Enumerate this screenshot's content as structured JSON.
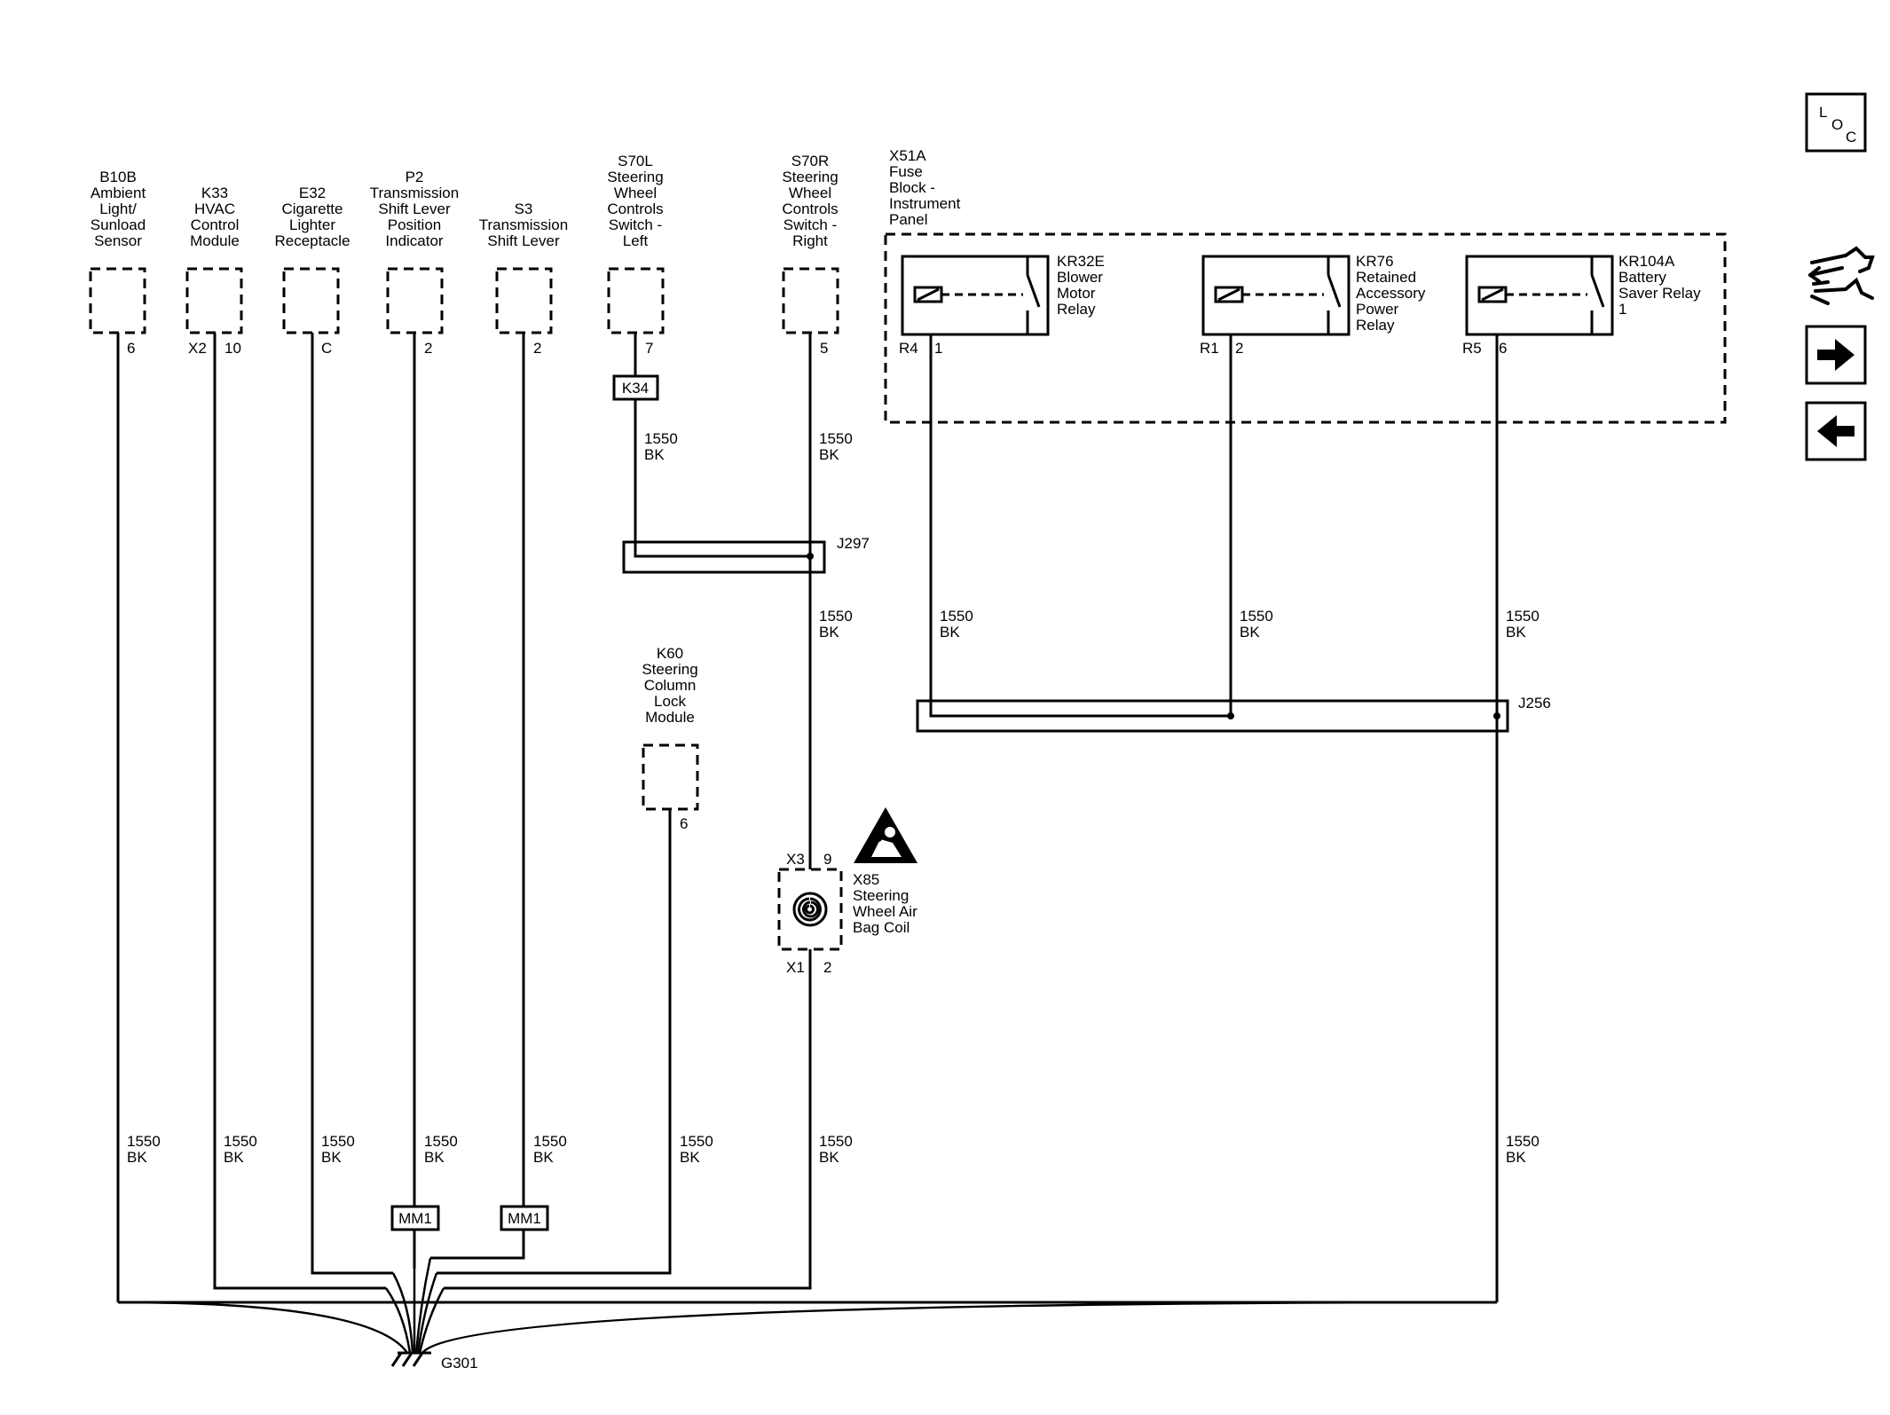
{
  "components": {
    "b10b": [
      "B10B",
      "Ambient",
      "Light/",
      "Sunload",
      "Sensor"
    ],
    "k33": [
      "K33",
      "HVAC",
      "Control",
      "Module"
    ],
    "e32": [
      "E32",
      "Cigarette",
      "Lighter",
      "Receptacle"
    ],
    "p2": [
      "P2",
      "Transmission",
      "Shift Lever",
      "Position",
      "Indicator"
    ],
    "s3": [
      "S3",
      "Transmission",
      "Shift Lever"
    ],
    "s70l": [
      "S70L",
      "Steering",
      "Wheel",
      "Controls",
      "Switch -",
      "Left"
    ],
    "s70r": [
      "S70R",
      "Steering",
      "Wheel",
      "Controls",
      "Switch -",
      "Right"
    ],
    "x51a": [
      "X51A",
      "Fuse",
      "Block -",
      "Instrument",
      "Panel"
    ],
    "kr32e": [
      "KR32E",
      "Blower",
      "Motor",
      "Relay"
    ],
    "kr76": [
      "KR76",
      "Retained",
      "Accessory",
      "Power",
      "Relay"
    ],
    "kr104a": [
      "KR104A",
      "Battery",
      "Saver Relay",
      "1"
    ],
    "k60": [
      "K60",
      "Steering",
      "Column",
      "Lock",
      "Module"
    ],
    "x85": [
      "X85",
      "Steering",
      "Wheel Air",
      "Bag Coil"
    ]
  },
  "pins": {
    "b10b": "6",
    "k33_conn": "X2",
    "k33_pin": "10",
    "e32": "C",
    "p2": "2",
    "s3": "2",
    "s70l": "7",
    "s70r": "5",
    "kr32e_conn": "R4",
    "kr32e_pin": "1",
    "kr76_conn": "R1",
    "kr76_pin": "2",
    "kr104a_conn": "R5",
    "kr104a_pin": "6",
    "k60": "6",
    "x85_top_conn": "X3",
    "x85_top_pin": "9",
    "x85_bot_conn": "X1",
    "x85_bot_pin": "2"
  },
  "wire_label": {
    "gauge": "1550",
    "color": "BK"
  },
  "inline": {
    "k34": "K34",
    "mm1": "MM1"
  },
  "splices": {
    "j297": "J297",
    "j256": "J256"
  },
  "ground": {
    "g301": "G301"
  },
  "nav": {
    "loc_letters": [
      "L",
      "O",
      "C"
    ],
    "icons": [
      "loc-icon",
      "connector-view-icon",
      "next-page-icon",
      "previous-page-icon"
    ]
  }
}
